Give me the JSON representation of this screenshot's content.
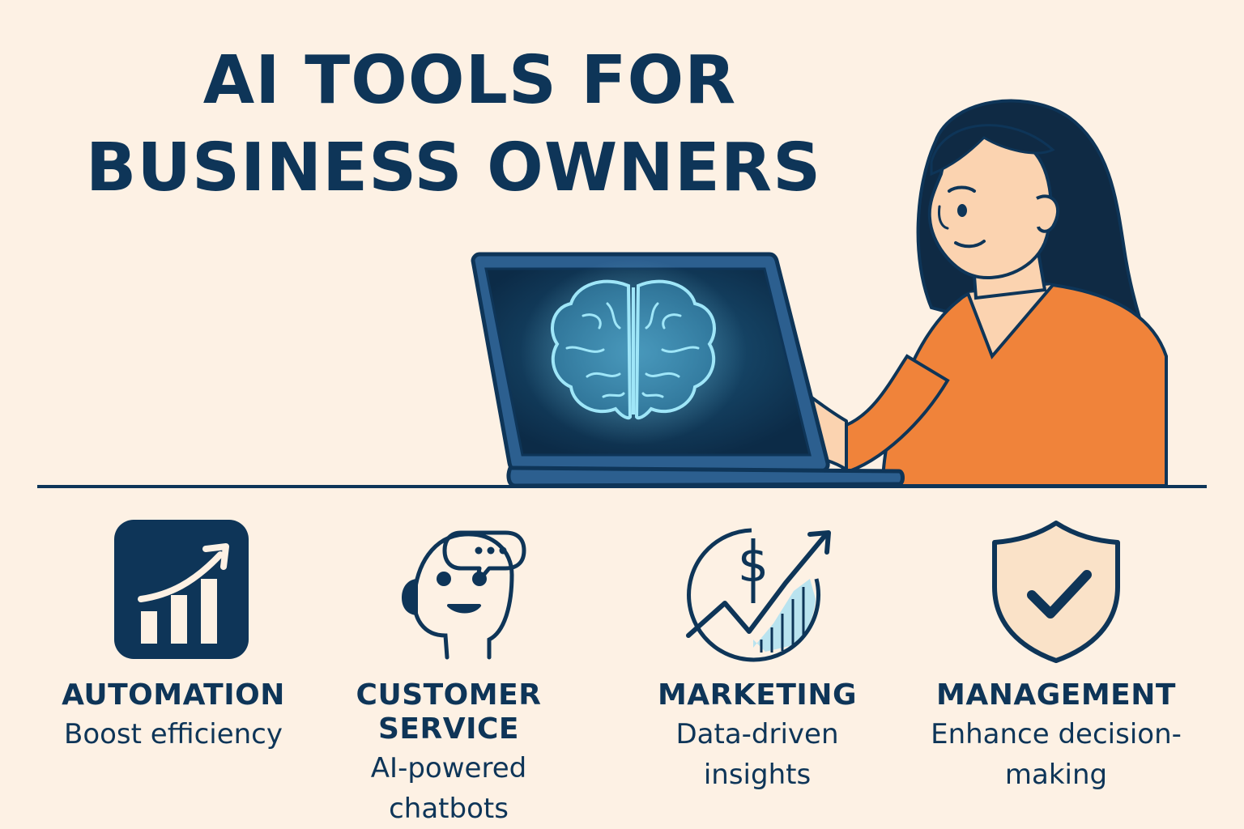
{
  "header": {
    "title_line1": "AI TOOLS FOR",
    "title_line2": "BUSINESS OWNERS"
  },
  "illustration": {
    "scene": "person-pointing-at-laptop",
    "screen_icon": "brain-icon"
  },
  "features": [
    {
      "icon": "growth-chart-icon",
      "title": "AUTOMATION",
      "description": "Boost efficiency"
    },
    {
      "icon": "chatbot-icon",
      "title": "CUSTOMER SERVICE",
      "description": "AI-powered chatbots"
    },
    {
      "icon": "dollar-trend-icon",
      "title": "MARKETING",
      "description": "Data-driven insights"
    },
    {
      "icon": "shield-check-icon",
      "title": "MANAGEMENT",
      "description": "Enhance decision-making"
    }
  ],
  "colors": {
    "background": "#fdf1e4",
    "navy": "#0e3558",
    "laptop": "#2c5f8f",
    "screen": "#0f2f4e",
    "brain_glow": "#7fd3ee",
    "shirt": "#f0833a",
    "skin": "#fbd3b0",
    "hair": "#0f2a44"
  }
}
